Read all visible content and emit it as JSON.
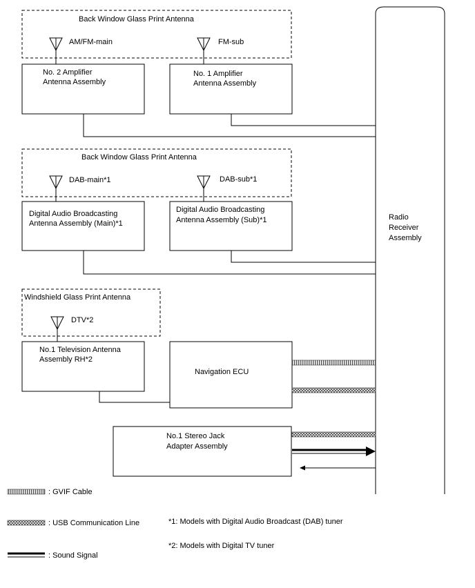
{
  "antenna_groups": {
    "back_window_1": {
      "title": "Back Window Glass Print Antenna",
      "antenna_main": "AM/FM-main",
      "antenna_sub": "FM-sub"
    },
    "back_window_2": {
      "title": "Back Window Glass Print Antenna",
      "antenna_main": "DAB-main*1",
      "antenna_sub": "DAB-sub*1"
    },
    "windshield": {
      "title": "Windshield Glass Print Antenna",
      "antenna": "DTV*2"
    }
  },
  "components": {
    "no2_amplifier": [
      "No. 2 Amplifier",
      "Antenna Assembly"
    ],
    "no1_amplifier": [
      "No. 1 Amplifier",
      "Antenna Assembly"
    ],
    "dab_main": [
      "Digital Audio Broadcasting",
      "Antenna Assembly (Main)*1"
    ],
    "dab_sub": [
      "Digital Audio Broadcasting",
      "Antenna Assembly (Sub)*1"
    ],
    "tv_antenna": [
      "No.1 Television Antenna",
      "Assembly RH*2"
    ],
    "navigation_ecu": "Navigation ECU",
    "stereo_jack": [
      "No.1 Stereo Jack",
      "Adapter Assembly"
    ],
    "radio_receiver": [
      "Radio",
      "Receiver",
      "Assembly"
    ]
  },
  "legend": {
    "gvif": ": GVIF Cable",
    "usb": ": USB Communication Line",
    "sound": ": Sound Signal"
  },
  "notes": {
    "note1": "*1: Models with Digital Audio Broadcast (DAB) tuner",
    "note2": "*2: Models with Digital TV tuner"
  }
}
